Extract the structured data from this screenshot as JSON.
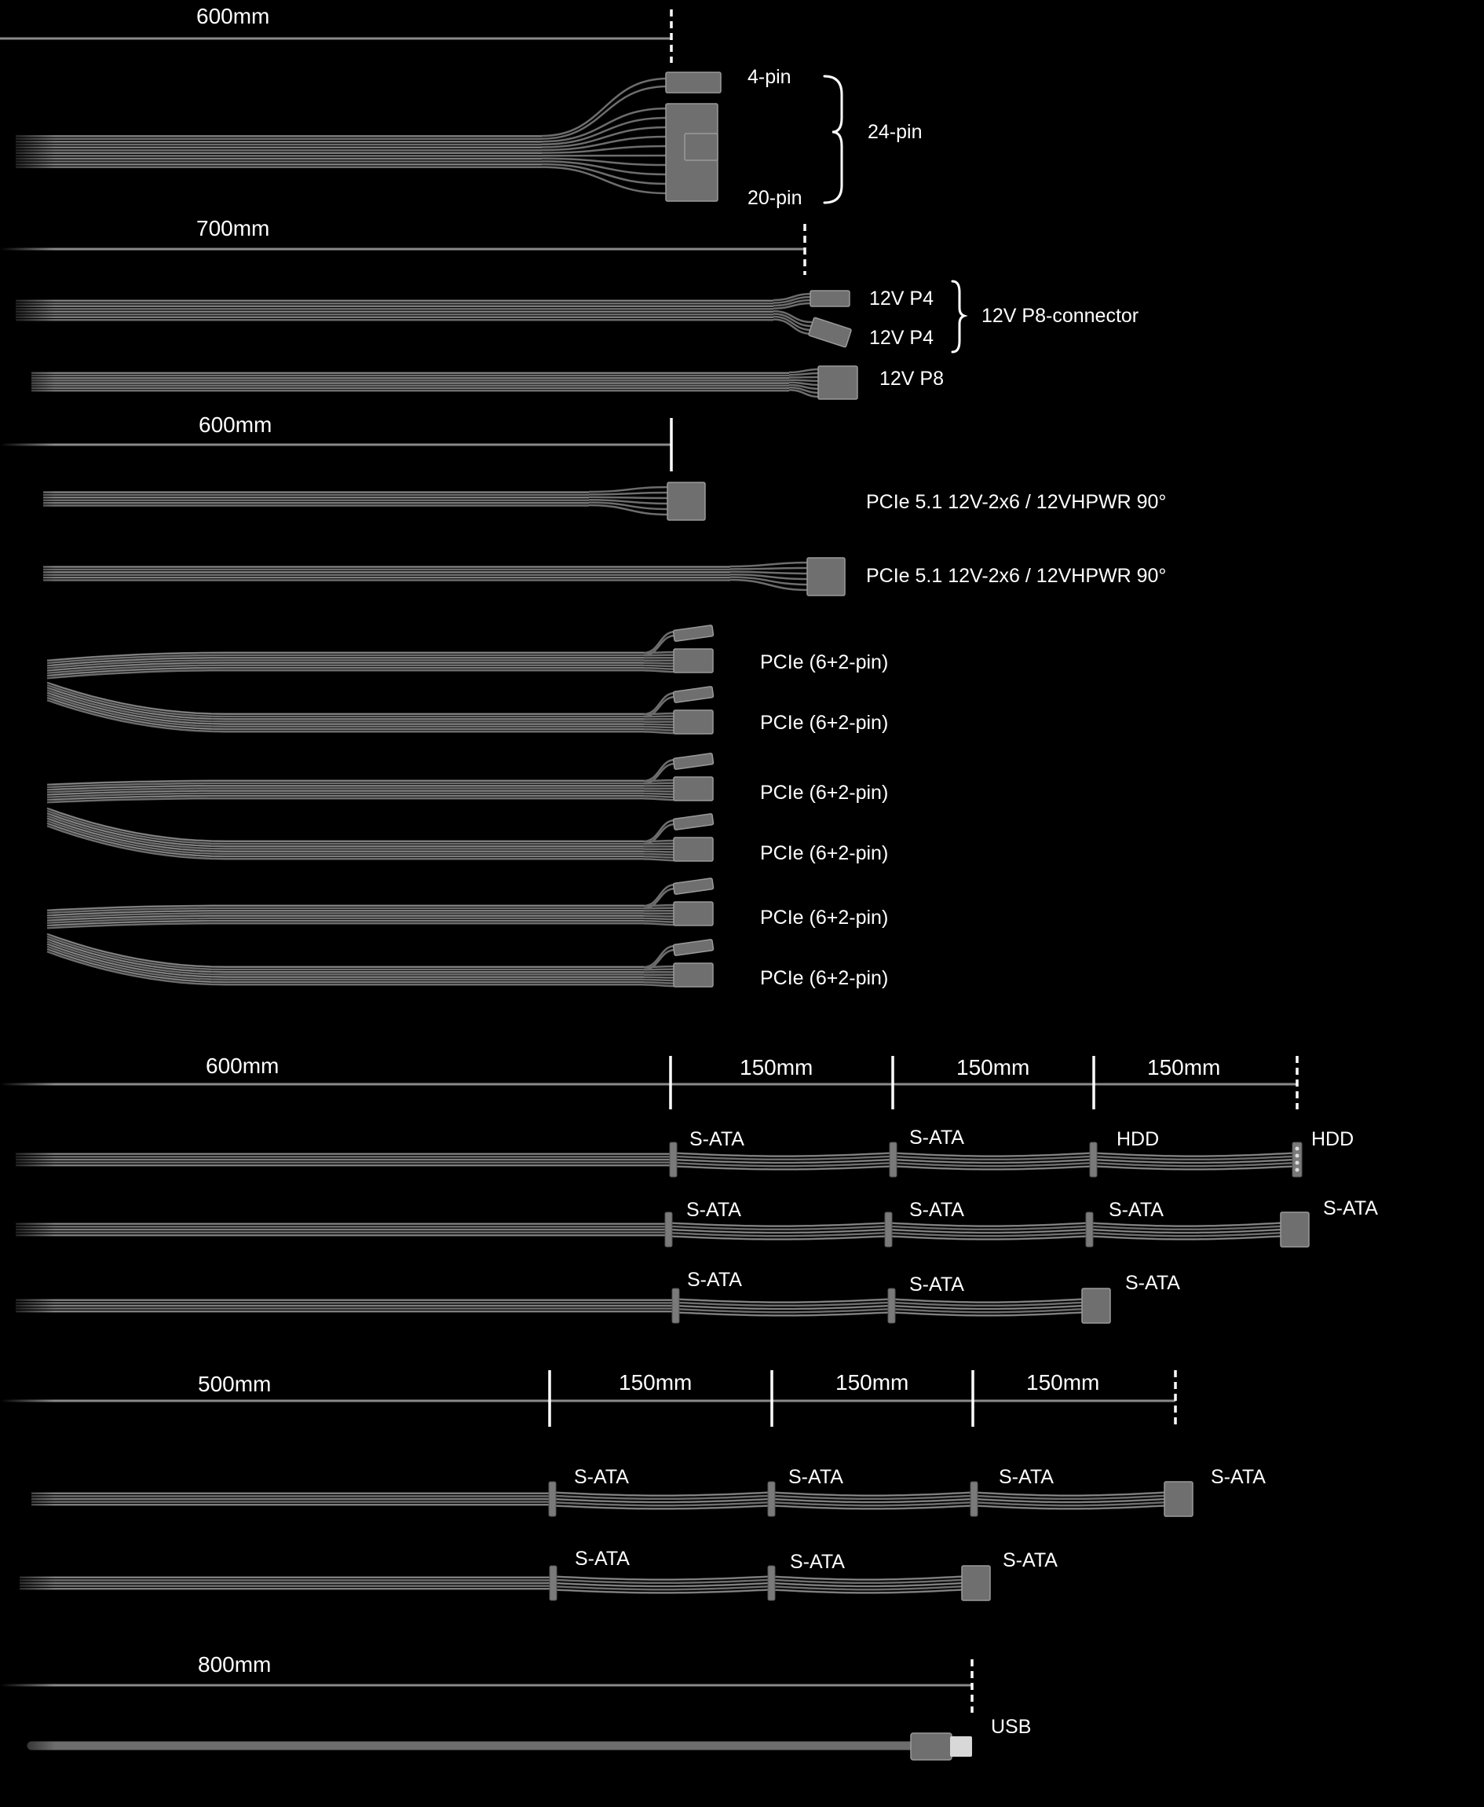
{
  "colors": {
    "background": "#000000",
    "cable": "#6d6d6d",
    "cable_highlight": "#8d8d8d",
    "text": "#ffffff",
    "dimension_line": "#8a8a8a"
  },
  "atx": {
    "length": "600mm",
    "pin4": "4-pin",
    "pin20": "20-pin",
    "pin24": "24-pin"
  },
  "cpu": {
    "length": "700mm",
    "p4_a": "12V P4",
    "p4_b": "12V P4",
    "p8_connector": "12V P8-connector",
    "p8": "12V P8"
  },
  "pcie": {
    "length": "600mm",
    "hpwr_1": "PCIe 5.1 12V-2x6 / 12VHPWR 90°",
    "hpwr_2": "PCIe 5.1 12V-2x6 / 12VHPWR 90°",
    "pin_6_2": [
      "PCIe (6+2-pin)",
      "PCIe (6+2-pin)",
      "PCIe (6+2-pin)",
      "PCIe (6+2-pin)",
      "PCIe (6+2-pin)",
      "PCIe (6+2-pin)"
    ]
  },
  "sata_group_a": {
    "lengths": [
      "600mm",
      "150mm",
      "150mm",
      "150mm"
    ],
    "cable_1": [
      "S-ATA",
      "S-ATA",
      "HDD",
      "HDD"
    ],
    "cable_2": [
      "S-ATA",
      "S-ATA",
      "S-ATA",
      "S-ATA"
    ],
    "cable_3": [
      "S-ATA",
      "S-ATA",
      "S-ATA"
    ]
  },
  "sata_group_b": {
    "lengths": [
      "500mm",
      "150mm",
      "150mm",
      "150mm"
    ],
    "cable_1": [
      "S-ATA",
      "S-ATA",
      "S-ATA",
      "S-ATA"
    ],
    "cable_2": [
      "S-ATA",
      "S-ATA",
      "S-ATA"
    ]
  },
  "usb": {
    "length": "800mm",
    "label": "USB"
  }
}
